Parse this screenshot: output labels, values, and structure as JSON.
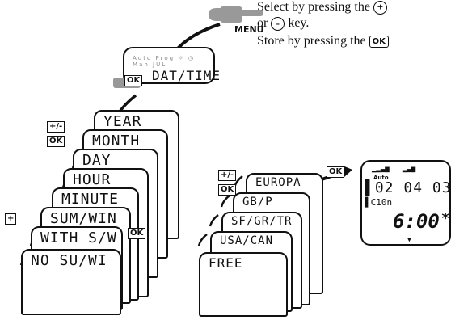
{
  "instructions": {
    "line1_prefix": "Select by pressing the",
    "plus_key": "+",
    "line2_prefix": "or",
    "minus_key": "-",
    "line2_suffix": "key.",
    "line3_prefix": "Store by pressing the",
    "ok_key": "OK"
  },
  "menu_label": "MENU",
  "keys": {
    "ok": "OK",
    "plus_minus": "+/-",
    "plus": "+"
  },
  "display_top": {
    "indicators": [
      "Auto",
      "Prog",
      "Man",
      "JUL"
    ],
    "text": "DAT/TIME"
  },
  "left_stack": [
    "YEAR",
    "MONTH",
    "DAY",
    "HOUR",
    "MINUTE",
    "SUM/WIN",
    "WITH S/W",
    "NO SU/WI"
  ],
  "right_stack": [
    "EUROPA",
    "GB/P",
    "SF/GR/TR",
    "USA/CAN",
    "FREE"
  ],
  "final_display": {
    "auto": "Auto",
    "date": "02 04 03",
    "code": "C10n",
    "time": "6:00",
    "star": "*"
  }
}
